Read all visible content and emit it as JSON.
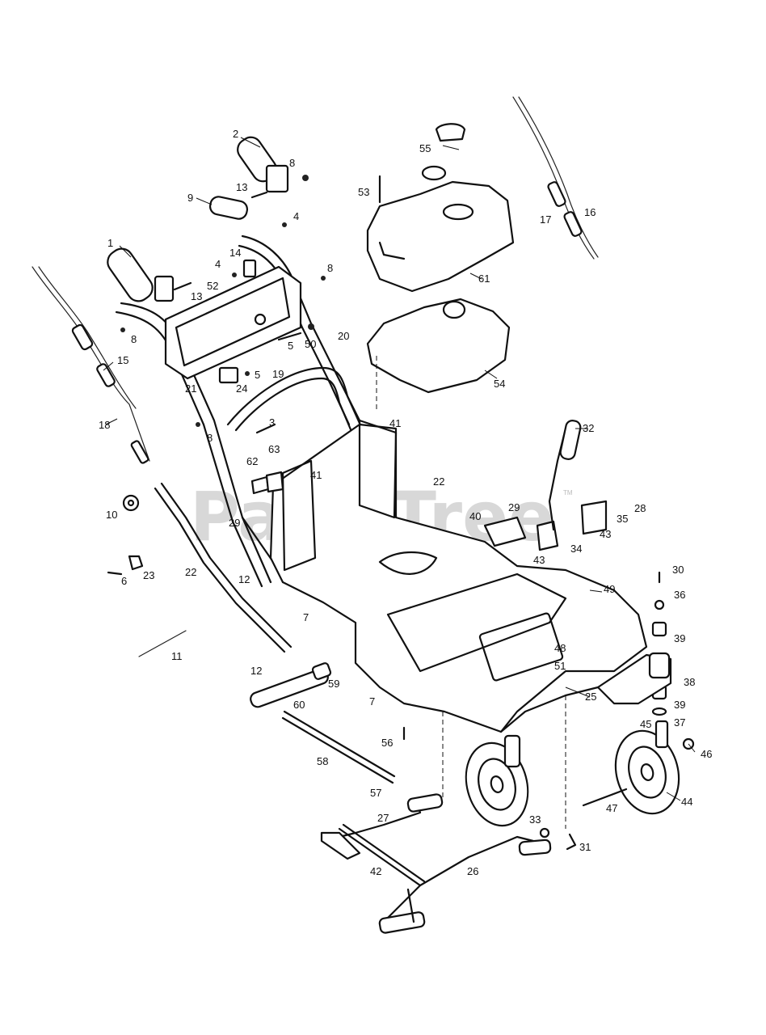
{
  "watermark": "PartsTree",
  "trademark": "TM",
  "callouts": {
    "c1": "1",
    "c2": "2",
    "c3": "3",
    "c4a": "4",
    "c4b": "4",
    "c5a": "5",
    "c5b": "5",
    "c6": "6",
    "c7a": "7",
    "c7b": "7",
    "c8a": "8",
    "c8b": "8",
    "c8c": "8",
    "c8d": "8",
    "c9": "9",
    "c10": "10",
    "c11": "11",
    "c12a": "12",
    "c12b": "12",
    "c13a": "13",
    "c13b": "13",
    "c14": "14",
    "c15": "15",
    "c16": "16",
    "c17": "17",
    "c18": "18",
    "c19": "19",
    "c20": "20",
    "c21": "21",
    "c22a": "22",
    "c22b": "22",
    "c23": "23",
    "c24": "24",
    "c25": "25",
    "c26": "26",
    "c27": "27",
    "c28": "28",
    "c29a": "29",
    "c29b": "29",
    "c30": "30",
    "c31": "31",
    "c32": "32",
    "c33": "33",
    "c34": "34",
    "c35": "35",
    "c36": "36",
    "c37": "37",
    "c38": "38",
    "c39a": "39",
    "c39b": "39",
    "c40": "40",
    "c41a": "41",
    "c41b": "41",
    "c42": "42",
    "c43a": "43",
    "c43b": "43",
    "c44": "44",
    "c45": "45",
    "c46": "46",
    "c47": "47",
    "c48": "48",
    "c49": "49",
    "c50": "50",
    "c51": "51",
    "c52": "52",
    "c53": "53",
    "c54": "54",
    "c55": "55",
    "c56": "56",
    "c57": "57",
    "c58": "58",
    "c59": "59",
    "c60": "60",
    "c61": "61",
    "c62": "62",
    "c63": "63"
  }
}
